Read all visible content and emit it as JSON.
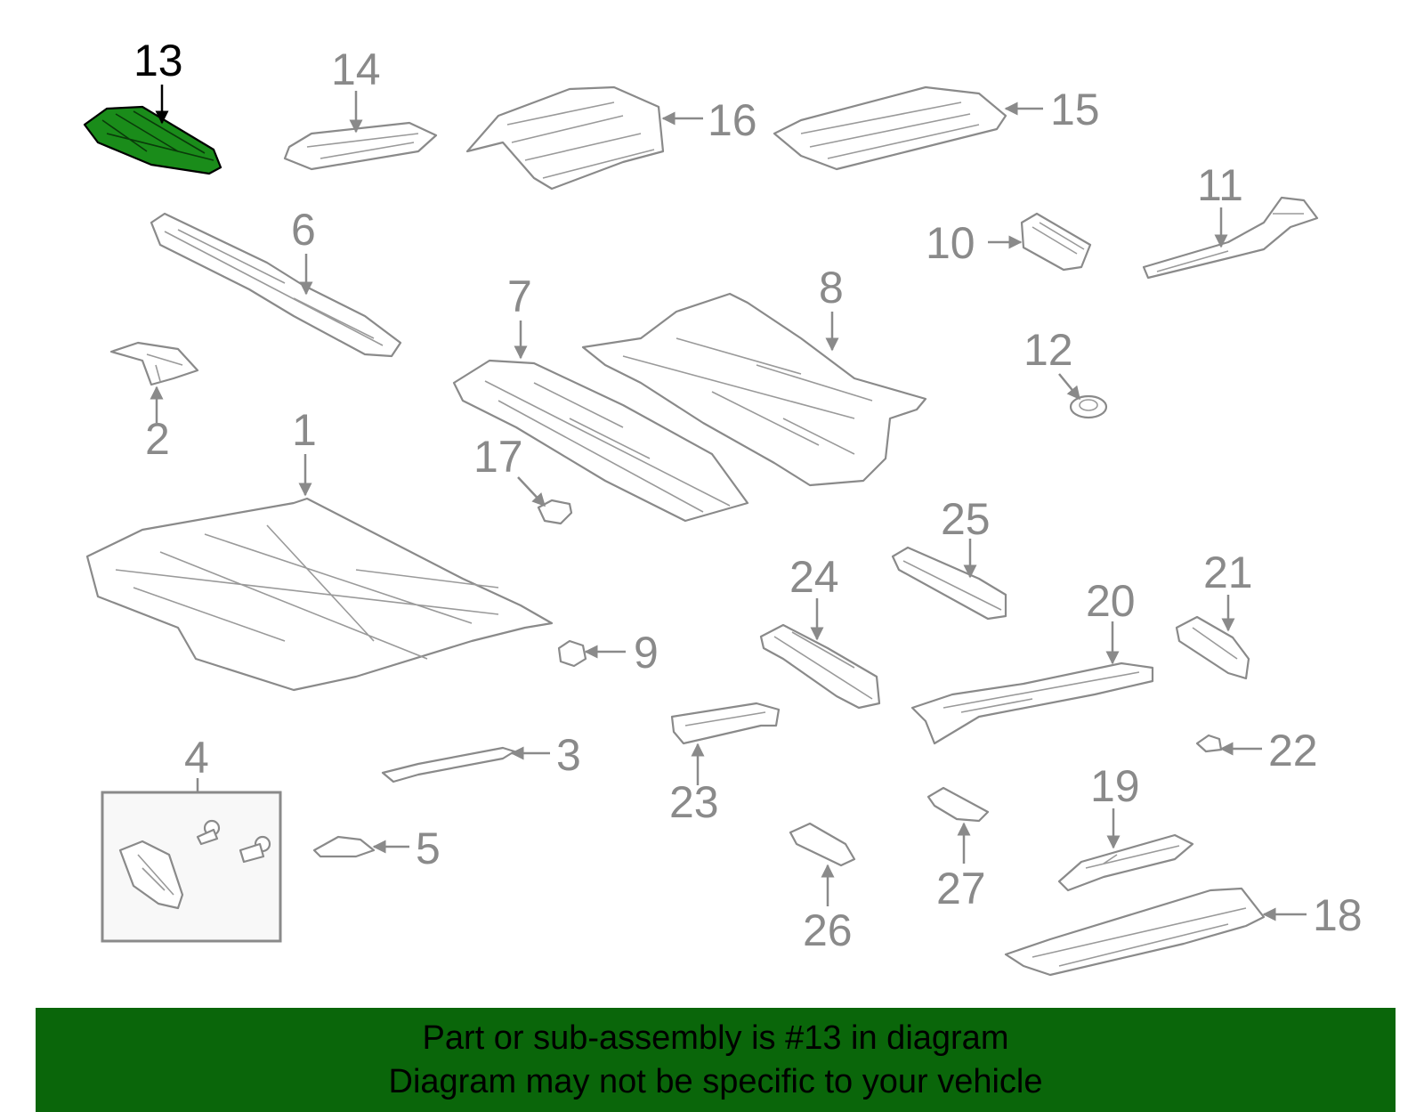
{
  "diagram": {
    "highlight_color": "#1a8c1a",
    "callout_color": "#8a8a8a",
    "callouts": [
      {
        "label": "13",
        "highlighted": true
      },
      {
        "label": "14"
      },
      {
        "label": "16"
      },
      {
        "label": "15"
      },
      {
        "label": "6"
      },
      {
        "label": "11"
      },
      {
        "label": "10"
      },
      {
        "label": "2"
      },
      {
        "label": "7"
      },
      {
        "label": "8"
      },
      {
        "label": "12"
      },
      {
        "label": "1"
      },
      {
        "label": "17"
      },
      {
        "label": "25"
      },
      {
        "label": "24"
      },
      {
        "label": "21"
      },
      {
        "label": "20"
      },
      {
        "label": "9"
      },
      {
        "label": "3"
      },
      {
        "label": "4"
      },
      {
        "label": "23"
      },
      {
        "label": "22"
      },
      {
        "label": "19"
      },
      {
        "label": "5"
      },
      {
        "label": "27"
      },
      {
        "label": "26"
      },
      {
        "label": "18"
      }
    ]
  },
  "banner": {
    "background": "#0a660a",
    "line1": "Part or sub-assembly is #13 in diagram",
    "line2": "Diagram may not be specific to your vehicle"
  }
}
